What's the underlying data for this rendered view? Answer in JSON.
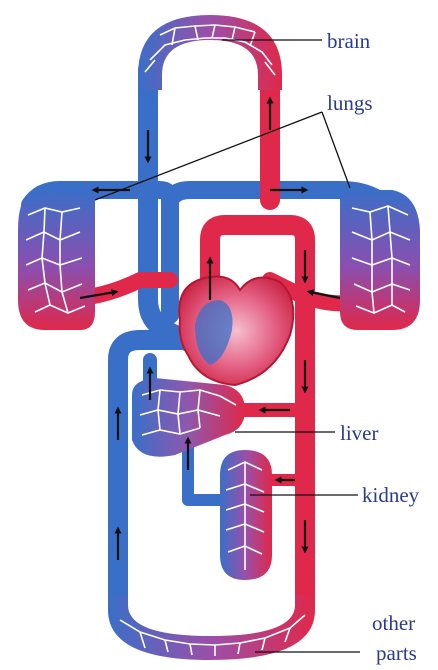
{
  "labels": {
    "brain": "brain",
    "lungs": "lungs",
    "liver": "liver",
    "kidney": "kidney",
    "other_1": "other",
    "other_2": "parts"
  },
  "colors": {
    "deoxygenated": "#3a6fc8",
    "oxygenated": "#e0284a",
    "heart_inner": "#f2a3b6",
    "label": "#2b3a8f",
    "arrow": "#111111"
  }
}
